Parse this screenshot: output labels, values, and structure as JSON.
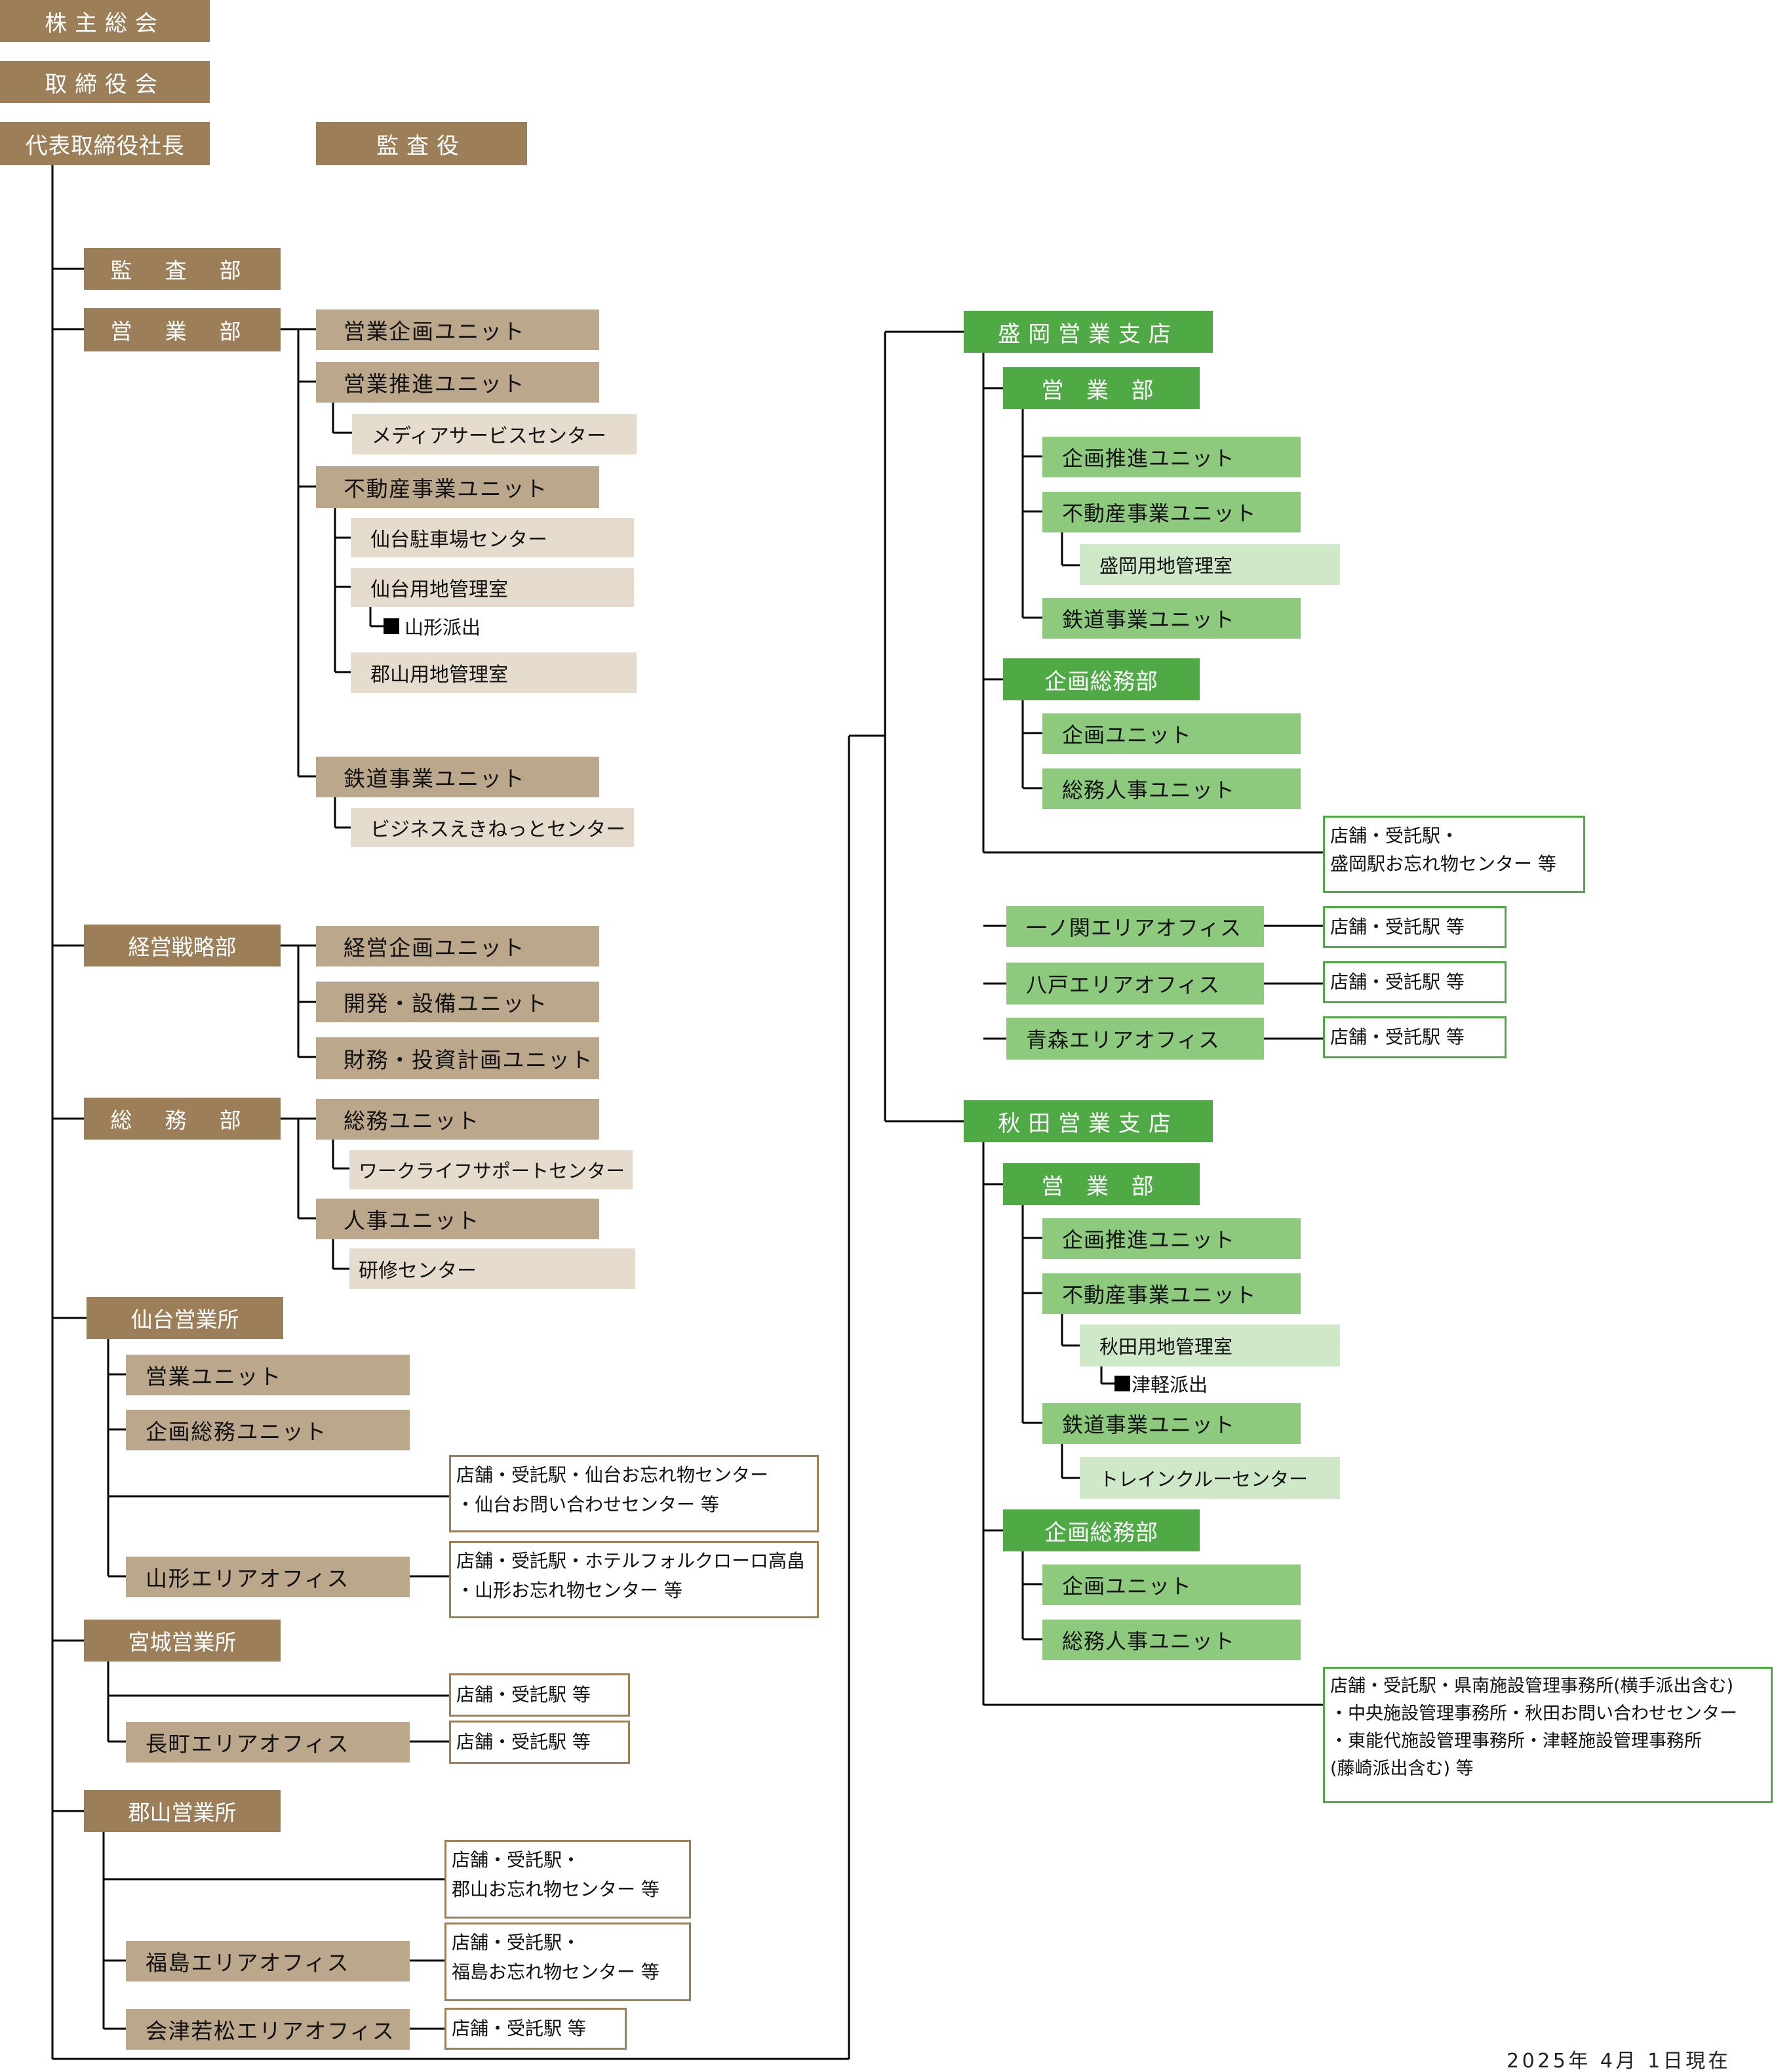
{
  "top": {
    "shareholders": "株主総会",
    "board": "取締役会",
    "president": "代表取締役社長",
    "auditor": "監査役"
  },
  "left": {
    "audit_dept": "監 査 部",
    "sales_dept": {
      "label": "営 業 部",
      "units": {
        "planning": "営業企画ユニット",
        "promotion": "営業推進ユニット",
        "media_center": "メディアサービスセンター",
        "real_estate": "不動産事業ユニット",
        "sendai_parking": "仙台駐車場センター",
        "sendai_land": "仙台用地管理室",
        "yamagata_dispatch": "山形派出",
        "koriyama_land": "郡山用地管理室",
        "railway": "鉄道事業ユニット",
        "business_center": "ビジネスえきねっとセンター"
      }
    },
    "strategy_dept": {
      "label": "経営戦略部",
      "units": [
        "経営企画ユニット",
        "開発・設備ユニット",
        "財務・投資計画ユニット"
      ]
    },
    "general_dept": {
      "label": "総 務 部",
      "units": {
        "general": "総務ユニット",
        "worklife": "ワークライフサポートセンター",
        "hr": "人事ユニット",
        "training": "研修センター"
      }
    },
    "sendai_office": {
      "label": "仙台営業所",
      "sales_unit": "営業ユニット",
      "planning_unit": "企画総務ユニット",
      "stores": [
        "店舗・受託駅・仙台お忘れ物センター",
        "・仙台お問い合わせセンター 等"
      ],
      "yamagata_area": "山形エリアオフィス",
      "yamagata_stores": [
        "店舗・受託駅・ホテルフォルクローロ高畠",
        "・山形お忘れ物センター 等"
      ]
    },
    "miyagi_office": {
      "label": "宮城営業所",
      "stores": "店舗・受託駅 等",
      "nagamachi_area": "長町エリアオフィス",
      "nagamachi_stores": "店舗・受託駅 等"
    },
    "koriyama_office": {
      "label": "郡山営業所",
      "stores": [
        "店舗・受託駅・",
        "郡山お忘れ物センター 等"
      ],
      "fukushima_area": "福島エリアオフィス",
      "fukushima_stores": [
        "店舗・受託駅・",
        "福島お忘れ物センター 等"
      ],
      "aizu_area": "会津若松エリアオフィス",
      "aizu_stores": "店舗・受託駅 等"
    }
  },
  "morioka": {
    "label": "盛岡営業支店",
    "sales_dept": "営 業 部",
    "planning_unit": "企画推進ユニット",
    "real_estate_unit": "不動産事業ユニット",
    "land_office": "盛岡用地管理室",
    "railway_unit": "鉄道事業ユニット",
    "admin_dept": "企画総務部",
    "admin_planning_unit": "企画ユニット",
    "admin_hr_unit": "総務人事ユニット",
    "stores": [
      "店舗・受託駅・",
      "盛岡駅お忘れ物センター 等"
    ],
    "ichinoseki_area": "一ノ関エリアオフィス",
    "ichinoseki_stores": "店舗・受託駅 等",
    "hachinohe_area": "八戸エリアオフィス",
    "hachinohe_stores": "店舗・受託駅 等",
    "aomori_area": "青森エリアオフィス",
    "aomori_stores": "店舗・受託駅 等"
  },
  "akita": {
    "label": "秋田営業支店",
    "sales_dept": "営 業 部",
    "planning_unit": "企画推進ユニット",
    "real_estate_unit": "不動産事業ユニット",
    "land_office": "秋田用地管理室",
    "tsugaru_dispatch": "津軽派出",
    "railway_unit": "鉄道事業ユニット",
    "train_crew_center": "トレインクルーセンター",
    "admin_dept": "企画総務部",
    "admin_planning_unit": "企画ユニット",
    "admin_hr_unit": "総務人事ユニット",
    "stores": [
      "店舗・受託駅・県南施設管理事務所(横手派出含む)",
      "・中央施設管理事務所・秋田お問い合わせセンター",
      "・東能代施設管理事務所・津軽施設管理事務所",
      "(藤崎派出含む) 等"
    ]
  },
  "as_of_date": "2025年 4月 1日現在",
  "colors": {
    "brown_dark": "#9c7f58",
    "brown_mid": "#bba78b",
    "brown_light": "#e6dccd",
    "green_dark": "#4fa944",
    "green_mid": "#8dca7e",
    "green_light": "#cfe8c7",
    "line": "#000000"
  }
}
